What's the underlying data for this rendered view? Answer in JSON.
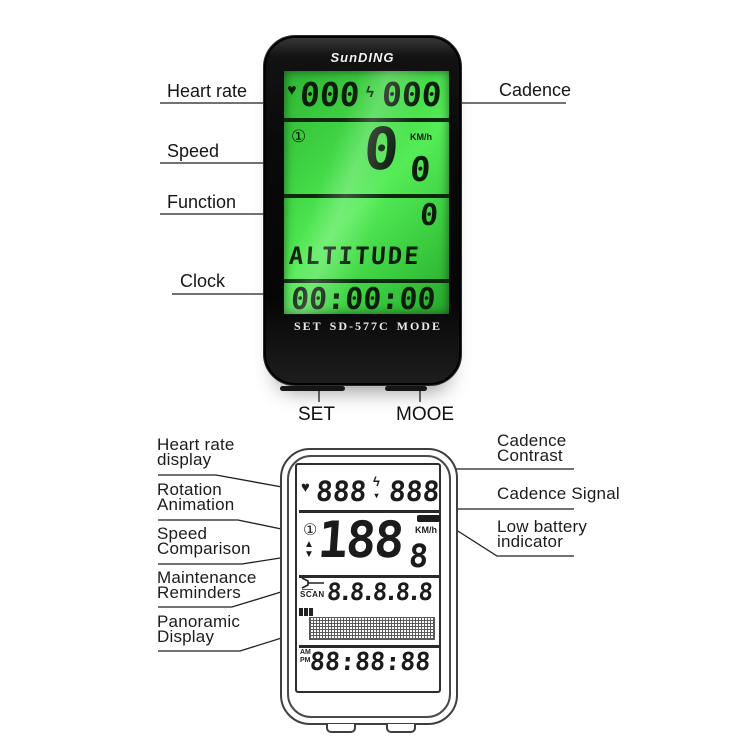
{
  "top": {
    "brand": "SunDING",
    "callouts": {
      "heart_rate": "Heart rate",
      "cadence": "Cadence",
      "speed": "Speed",
      "function": "Function",
      "clock": "Clock"
    },
    "buttons": {
      "set": "SET",
      "mode": "MOOE"
    },
    "lcd": {
      "heart_icon": "♥",
      "heart_rate_value": "000",
      "cadence_icon": "ϟ",
      "cadence_value": "000",
      "rotation_icon": "①",
      "speed_main": "0",
      "speed_decimal": "0",
      "speed_unit": "KM/h",
      "function_value": "0",
      "function_mode": "ALTITUDE",
      "clock_value": "00:00:00"
    },
    "bezel": {
      "set": "SET",
      "model": "SD-577C",
      "mode": "MODE"
    },
    "colors": {
      "lcd_green": "#43da47",
      "body_black": "#0a0a0a"
    }
  },
  "bottom": {
    "callouts_left": [
      {
        "line1": "Heart rate",
        "line2": "display"
      },
      {
        "line1": "Rotation",
        "line2": "Animation"
      },
      {
        "line1": "Speed",
        "line2": "Comparison"
      },
      {
        "line1": "Maintenance",
        "line2": "Reminders"
      },
      {
        "line1": "Panoramic",
        "line2": "Display"
      }
    ],
    "callouts_right": [
      {
        "line1": "Cadence",
        "line2": "Contrast"
      },
      {
        "line1": "Cadence Signal",
        "line2": ""
      },
      {
        "line1": "Low battery",
        "line2": "indicator"
      }
    ],
    "lcd": {
      "heart_icon": "♥",
      "heart_rate_value": "888",
      "cadence_icon": "ϟ",
      "cadence_arrow": "▾",
      "cadence_value": "888",
      "rotation_icon": "①",
      "compare_up": "▲",
      "compare_down": "▼",
      "speed_main": "188",
      "speed_decimal": "8",
      "speed_unit": "KM/h",
      "scan_label": "SCAN",
      "odometer_value": "8.8.8.8.8",
      "am_label": "AM",
      "pm_label": "PM",
      "clock_value": "88:88:88"
    }
  }
}
